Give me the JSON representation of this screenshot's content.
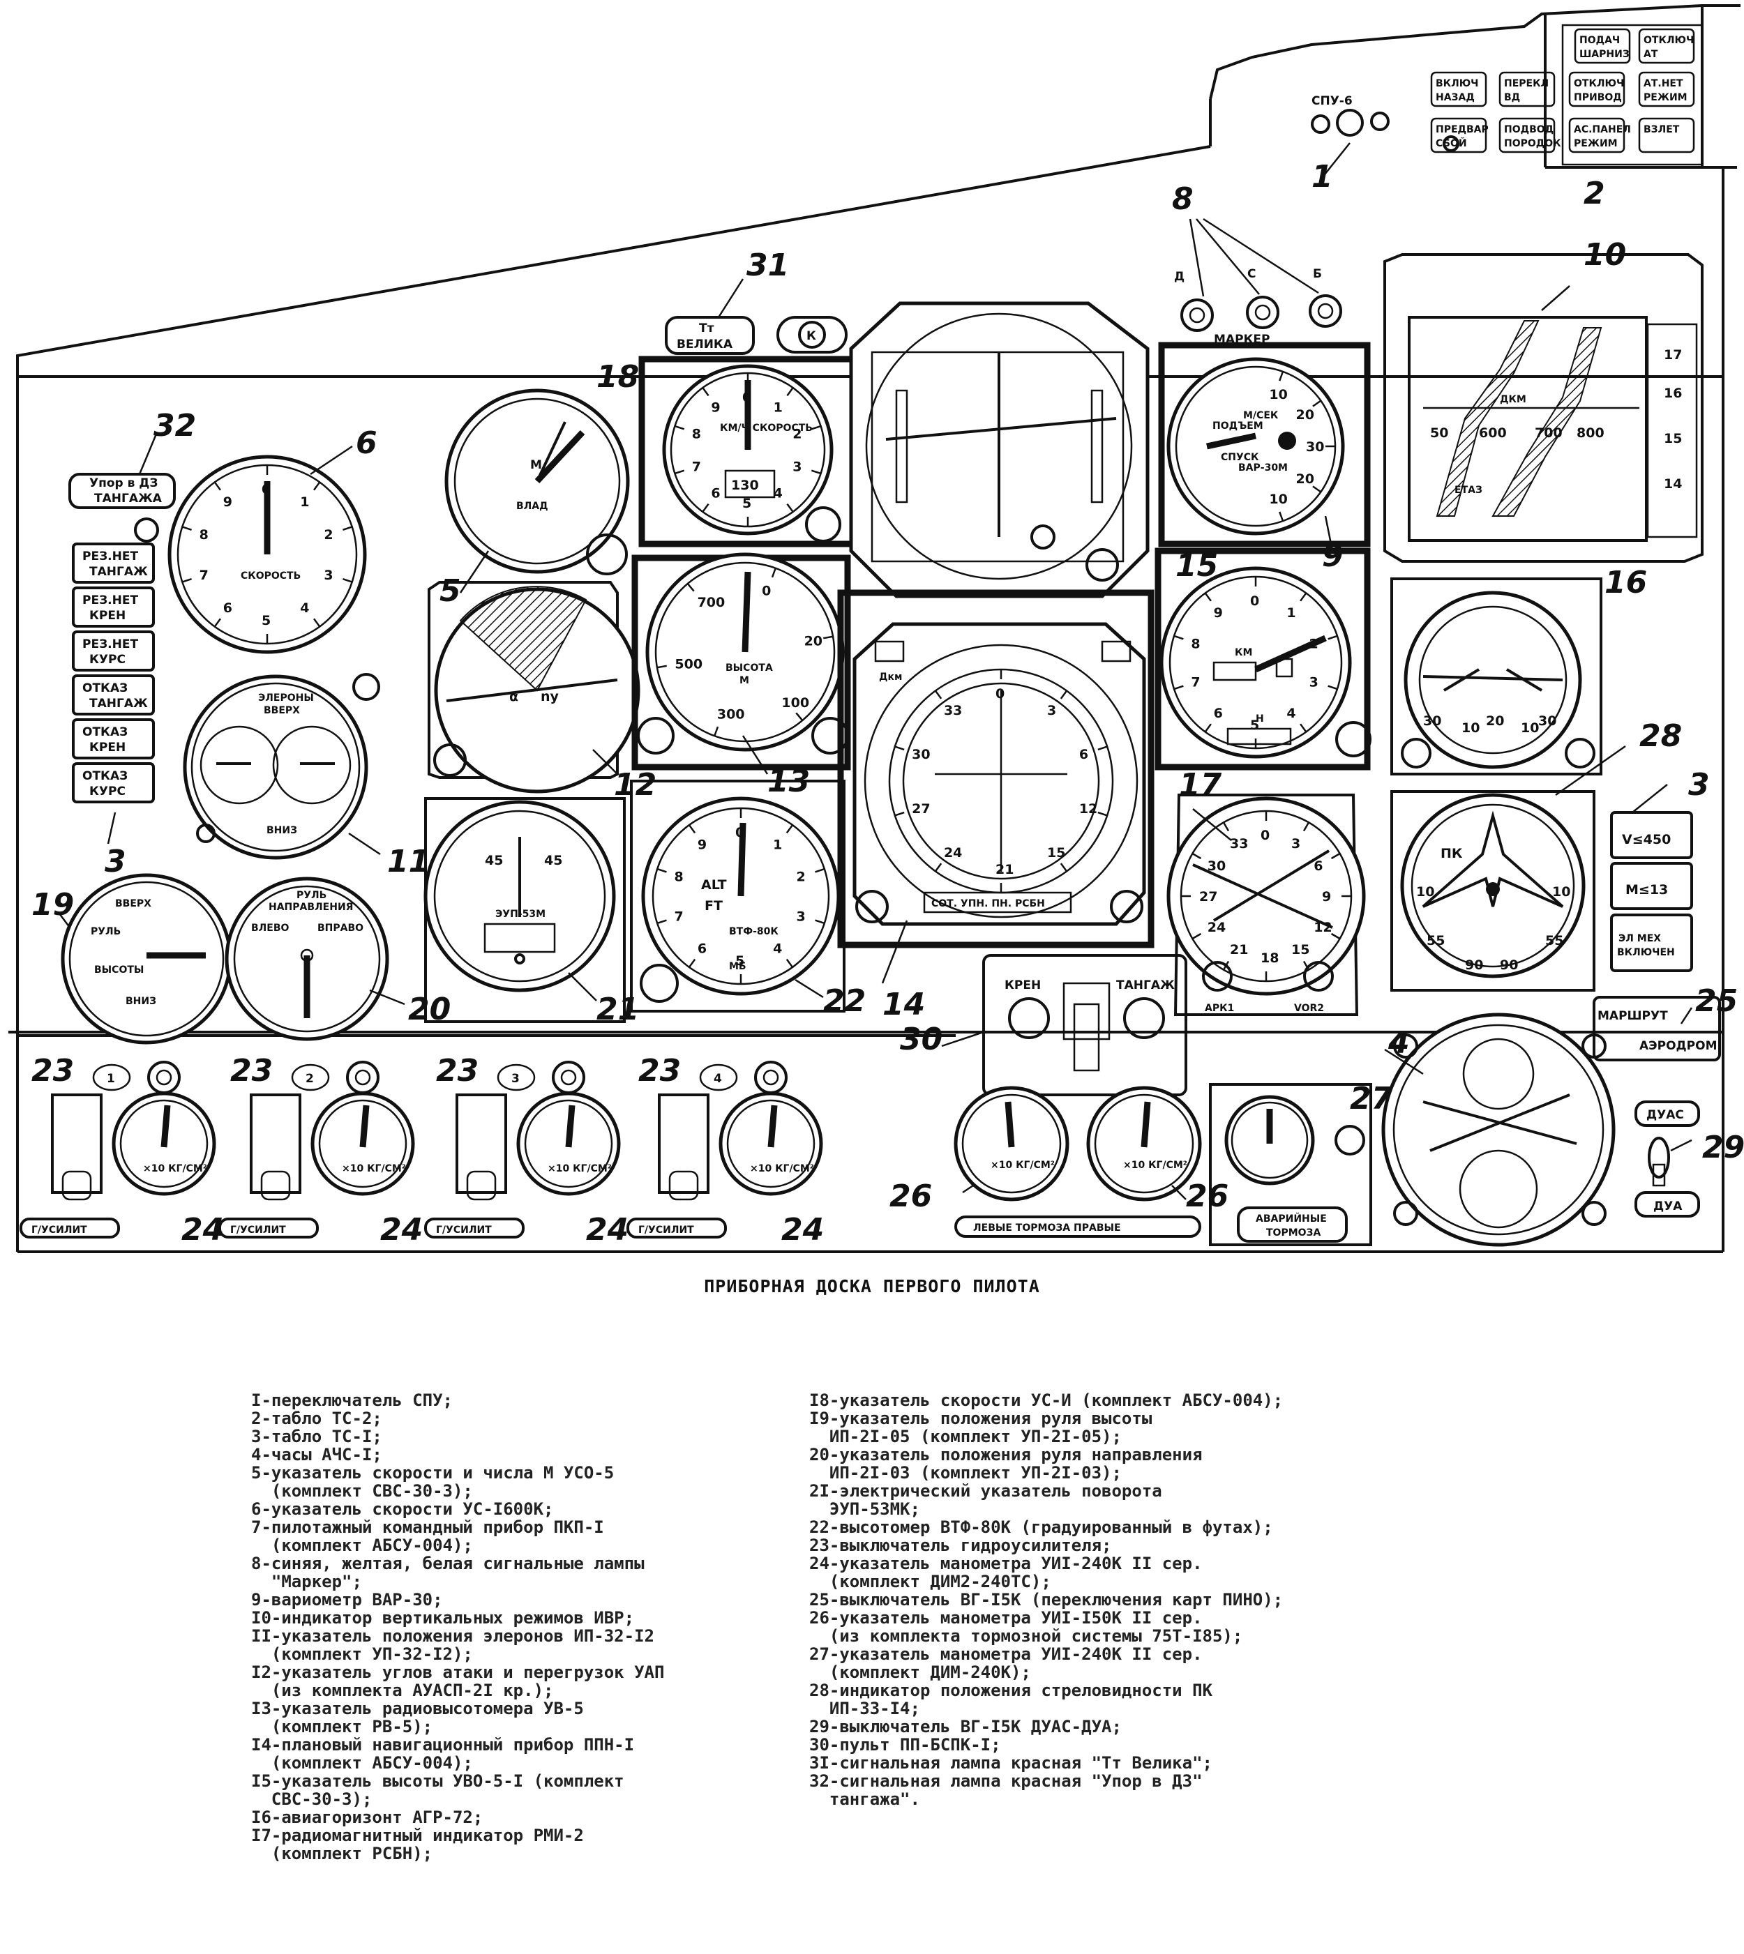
{
  "title": "ПРИБОРНАЯ ДОСКА ПЕРВОГО ПИЛОТА",
  "callouts": [
    "1",
    "2",
    "3",
    "3",
    "4",
    "5",
    "6",
    "8",
    "9",
    "10",
    "11",
    "12",
    "13",
    "14",
    "15",
    "16",
    "17",
    "18",
    "19",
    "20",
    "21",
    "22",
    "23",
    "23",
    "23",
    "23",
    "24",
    "24",
    "24",
    "24",
    "25",
    "26",
    "26",
    "27",
    "28",
    "29",
    "30",
    "31",
    "32"
  ],
  "panel_labels": {
    "spu6": "СПУ-6",
    "marker": "МАРКЕР",
    "marker_d": "Д",
    "marker_c": "С",
    "marker_b": "Б",
    "tt_line1": "Тт",
    "tt_line2": "ВЕЛИКА",
    "k_lamp": "К",
    "upor_line1": "Упор в ДЗ",
    "upor_line2": "ТАНГАЖА",
    "tc1_lamps": [
      [
        "РЕЗ.НЕТ",
        "ТАНГАЖ"
      ],
      [
        "РЕЗ.НЕТ",
        "КРЕН"
      ],
      [
        "РЕЗ.НЕТ",
        "КУРС"
      ],
      [
        "ОТКАЗ",
        "ТАНГАЖ"
      ],
      [
        "ОТКАЗ",
        "КРЕН"
      ],
      [
        "ОТКАЗ",
        "КУРС"
      ]
    ],
    "tc2_lamps": [
      [
        "ПОДАЧ",
        "ШАРНИЗ"
      ],
      [
        "ОТКЛЮЧ",
        "АТ"
      ],
      [
        "ВКЛЮЧ",
        "НАЗАД"
      ],
      [
        "ПЕРЕКЛ",
        "ВД"
      ],
      [
        "ОТКЛЮЧ",
        "ПРИВОД"
      ],
      [
        "АТ.НЕТ",
        "РЕЖИМ"
      ],
      [
        "ПРЕДВАР",
        "СБОЙ"
      ],
      [
        "ПОДВОД",
        "ПОРОДОК"
      ],
      [
        "АС.ПАНЕЛ",
        "РЕЖИМ"
      ],
      [
        "ВЗЛЕТ",
        ""
      ]
    ],
    "tc1_right": [
      "V≤450",
      "M≤13",
      "ЭЛ МЕХ ВКЛЮЧЕН"
    ],
    "speed_dial": "СКОРОСТЬ",
    "mach_dial_m": "М",
    "mach_dial_v": "ВЛАД",
    "us_i": "КМ/Ч СКОРОСТЬ",
    "us_i_window": "130",
    "var_top": "М/СЕК",
    "var_mid": "ПОДЪЕМ",
    "var_low": "СПУСК",
    "var_name": "ВАР-30М",
    "ivr_km": "ДКМ",
    "ivr_h": "ЕТАЗ",
    "aileron_top1": "ЭЛЕРОНЫ",
    "aileron_top2": "ВВЕРХ",
    "aileron_bottom": "ВНИЗ",
    "uap_alpha": "α",
    "uap_n": "nу",
    "rv_top": "ВЫСОТА",
    "rv_unit": "М",
    "ppn_top": "Дкм",
    "ppn_bottom": "СОТ. УПН. ПН. РСБН",
    "uvo_km": "КМ",
    "uvo_h": "Н",
    "rmi_left": "АРК1",
    "rmi_right": "VOR2",
    "elev_top": "ВВЕРХ",
    "elev_name": "РУЛЬ",
    "elev_name2": "ВЫСОТЫ",
    "elev_bottom": "ВНИЗ",
    "rudder_top1": "РУЛЬ",
    "rudder_top2": "НАПРАВЛЕНИЯ",
    "rudder_left": "ВЛЕВО",
    "rudder_right": "ВПРАВО",
    "turn_unit": "ЭУП-53М",
    "alt_label": "ALT",
    "alt_ft": "FT",
    "alt_name": "ВТФ-80К",
    "alt_mb": "МБ",
    "pk_label": "ПК",
    "krent_left": "КРЕН",
    "krent_right": "ТАНГАЖ",
    "marsh": "МАРШРУТ",
    "aerodrom": "АЭРОДРОМ",
    "duas": "ДУАС",
    "dua": "ДУА",
    "hydro": "Г/УСИЛИТ",
    "hydro_nums": [
      "1",
      "2",
      "3",
      "4"
    ],
    "gauge_unit": "×10 КГ/СМ²",
    "brakes": "ЛЕВЫЕ ТОРМОЗА ПРАВЫЕ",
    "emergency_brakes_1": "АВАРИЙНЫЕ",
    "emergency_brakes_2": "ТОРМОЗА"
  },
  "legend_left": [
    "I-переключатель СПУ;",
    "2-табло ТС-2;",
    "3-табло ТС-I;",
    "4-часы АЧС-I;",
    "5-указатель скорости и числа М УСО-5",
    "  (комплект СВС-30-3);",
    "6-указатель скорости УС-I600К;",
    "7-пилотажный командный прибор ПКП-I",
    "  (комплект АБСУ-004);",
    "8-синяя, желтая, белая сигнальные лампы",
    "  \"Маркер\";",
    "9-вариометр ВАР-30;",
    "I0-индикатор вертикальных режимов ИВР;",
    "II-указатель положения элеронов ИП-32-I2",
    "  (комплект УП-32-I2);",
    "I2-указатель углов атаки и перегрузок УАП",
    "  (из комплекта АУАСП-2I кр.);",
    "I3-указатель радиовысотомера УВ-5",
    "  (комплект РВ-5);",
    "I4-плановый навигационный прибор ППН-I",
    "  (комплект АБСУ-004);",
    "I5-указатель высоты УВО-5-I (комплект",
    "  СВС-30-3);",
    "I6-авиагоризонт АГР-72;",
    "I7-радиомагнитный индикатор РМИ-2",
    "  (комплект РСБН);"
  ],
  "legend_right": [
    "I8-указатель скорости УС-И (комплект АБСУ-004);",
    "I9-указатель положения руля высоты",
    "  ИП-2I-05 (комплект УП-2I-05);",
    "20-указатель положения руля направления",
    "  ИП-2I-03 (комплект УП-2I-03);",
    "2I-электрический указатель поворота",
    "  ЭУП-53МК;",
    "22-высотомер ВТФ-80К (градуированный в футах);",
    "23-выключатель гидроусилителя;",
    "24-указатель манометра УИI-240К II сер.",
    "  (комплект ДИМ2-240ТС);",
    "25-выключатель ВГ-I5К (переключения карт ПИНО);",
    "26-указатель манометра УИI-I50К II сер.",
    "  (из комплекта тормозной системы 75Т-I85);",
    "27-указатель манометра УИI-240К II сер.",
    "  (комплект ДИМ-240К);",
    "28-индикатор положения стреловидности ПК",
    "  ИП-33-I4;",
    "29-выключатель ВГ-I5К ДУАС-ДУА;",
    "30-пульт ПП-БСПК-I;",
    "3I-сигнальная лампа красная \"Тт Велика\";",
    "32-сигнальная лампа красная \"Упор в ДЗ\"",
    "  тангажа\"."
  ]
}
